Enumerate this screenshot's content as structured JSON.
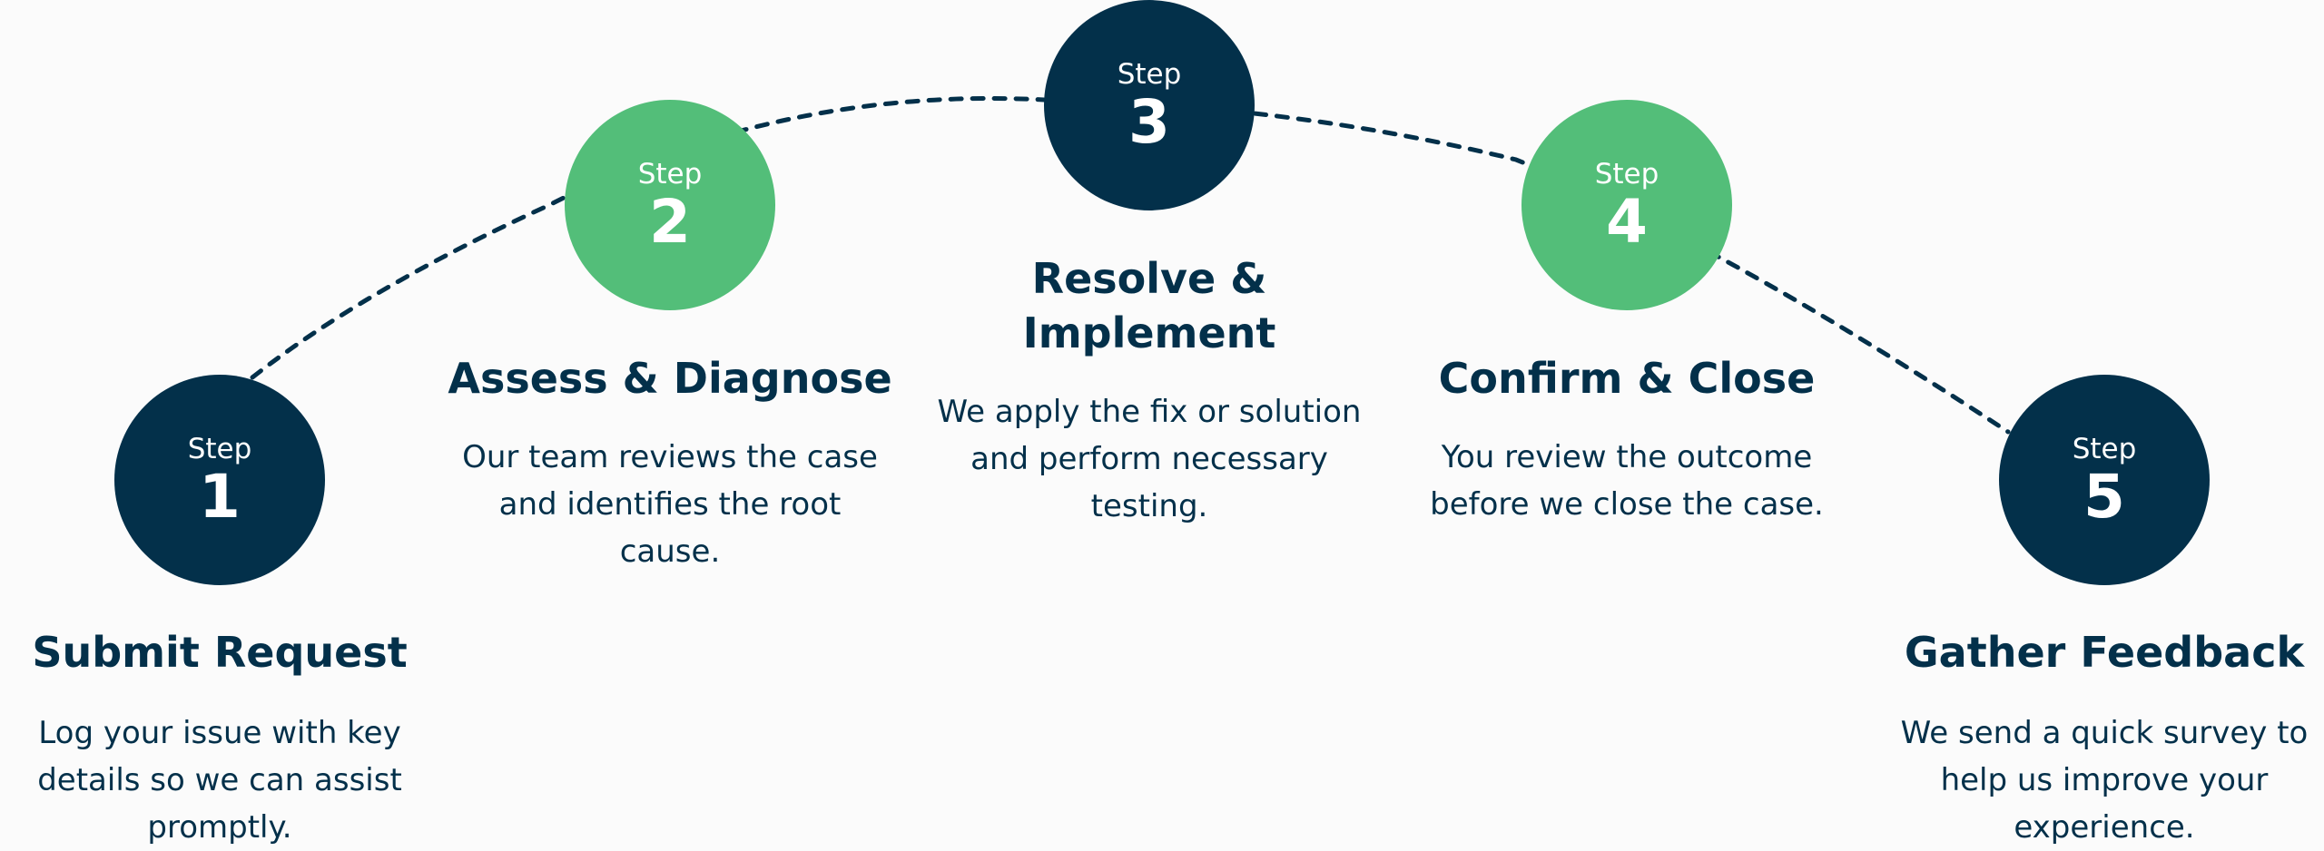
{
  "colors": {
    "dark": "#03304a",
    "green": "#53be79",
    "background": "#fbfbfb",
    "text": "#03304a"
  },
  "steps": [
    {
      "step_word": "Step",
      "number": "1",
      "title": "Submit Request",
      "description": "Log your issue with key details so we can assist promptly.",
      "color": "dark"
    },
    {
      "step_word": "Step",
      "number": "2",
      "title": "Assess & Diagnose",
      "description": "Our team reviews the case and identifies the root cause.",
      "color": "green"
    },
    {
      "step_word": "Step",
      "number": "3",
      "title": "Resolve & Implement",
      "description": "We apply the fix or solution and perform necessary testing.",
      "color": "dark"
    },
    {
      "step_word": "Step",
      "number": "4",
      "title": "Confirm & Close",
      "description": "You review the outcome before we close the case.",
      "color": "green"
    },
    {
      "step_word": "Step",
      "number": "5",
      "title": "Gather Feedback",
      "description": "We send a quick survey to help us improve your experience.",
      "color": "dark"
    }
  ]
}
